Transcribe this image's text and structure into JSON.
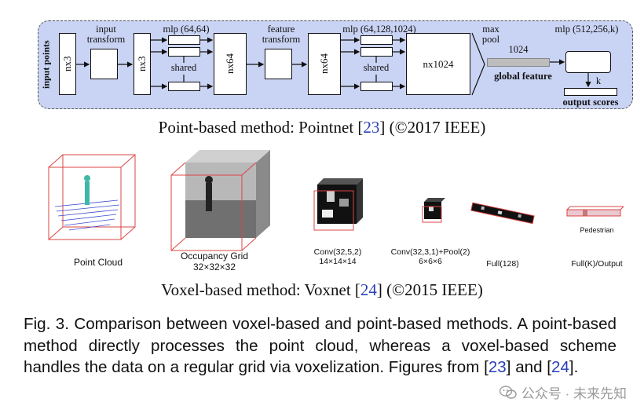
{
  "pointnet": {
    "input_points": "input points",
    "nx3_a": "nx3",
    "input_transform": "input transform",
    "nx3_b": "nx3",
    "mlp1": "mlp (64,64)",
    "shared1": "shared",
    "nx64_a": "nx64",
    "feature_transform": "feature transform",
    "nx64_b": "nx64",
    "mlp2": "mlp (64,128,1024)",
    "shared2": "shared",
    "nx1024": "nx1024",
    "max_pool": "max pool",
    "dim1024": "1024",
    "global_feature": "global feature",
    "mlp3": "mlp (512,256,k)",
    "k": "k",
    "output_scores": "output scores",
    "caption_pre": "Point-based method: Pointnet [",
    "caption_ref": "23",
    "caption_post": "] (©2017 IEEE)"
  },
  "voxnet": {
    "point_cloud": "Point Cloud",
    "occupancy_grid": "Occupancy Grid",
    "occupancy_dims": "32×32×32",
    "conv1": "Conv(32,5,2)",
    "conv1_dims": "14×14×14",
    "conv2": "Conv(32,3,1)+Pool(2)",
    "conv2_dims": "6×6×6",
    "full128": "Full(128)",
    "pedestrian": "Pedestrian",
    "full_output": "Full(K)/Output",
    "caption_pre": "Voxel-based method: Voxnet [",
    "caption_ref": "24",
    "caption_post": "] (©2015 IEEE)"
  },
  "figure_caption": {
    "text_main": "Fig. 3. Comparison between voxel-based and point-based methods. A point-based method directly processes the point cloud, whereas a voxel-based scheme handles the data on a regular grid via voxelization. Figures from [",
    "ref1": "23",
    "mid": "] and [",
    "ref2": "24",
    "end": "]."
  },
  "watermark": {
    "text": "公众号 · 未来先知",
    "icon": "wechat-icon"
  }
}
